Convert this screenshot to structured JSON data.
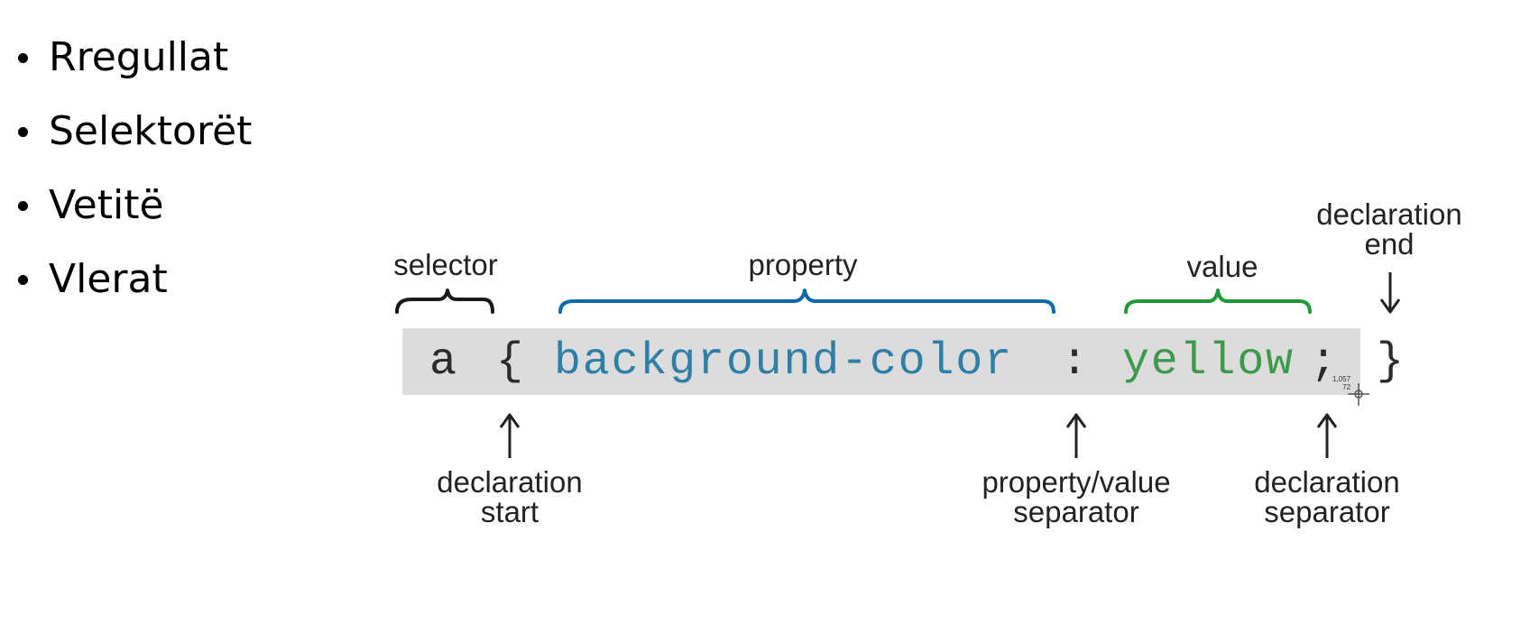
{
  "bullets": [
    "Rregullat",
    "Selektorët",
    "Vetitë",
    "Vlerat"
  ],
  "diagram": {
    "top_labels": {
      "selector": "selector",
      "property": "property",
      "value": "value",
      "declaration_end_1": "declaration",
      "declaration_end_2": "end"
    },
    "bottom_labels": {
      "declaration_start_1": "declaration",
      "declaration_start_2": "start",
      "separator_1": "property/value",
      "separator_2": "separator",
      "decl_separator_1": "declaration",
      "decl_separator_2": "separator"
    },
    "code": {
      "selector": "a",
      "open_brace": "{",
      "property": "background-color",
      "colon": ":",
      "value": "yellow",
      "semicolon": ";",
      "close_brace": "}"
    },
    "cursor_readout": {
      "x": "1,057",
      "y": "72"
    },
    "colors": {
      "selector_brace": "#1a1a1a",
      "property": "#0b6aa8",
      "value": "#1f9a3a",
      "code_bg": "#dcdcdc"
    }
  }
}
